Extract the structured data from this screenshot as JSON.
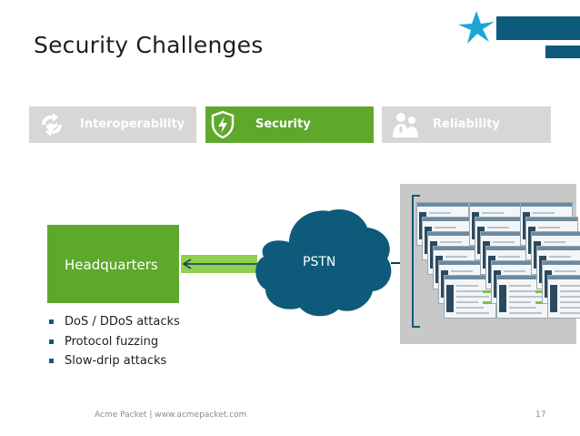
{
  "slide": {
    "title": "Security Challenges",
    "colors": {
      "accent_green": "#5ea82c",
      "light_green": "#8fd14f",
      "brand_blue": "#0e5a7a",
      "tab_inactive": "#d7d7d7"
    },
    "tabs": [
      {
        "label": "Interoperability",
        "icon": "handshake-arrows-icon",
        "active": false
      },
      {
        "label": "Security",
        "icon": "shield-lightning-icon",
        "active": true
      },
      {
        "label": "Reliability",
        "icon": "people-icon",
        "active": false
      }
    ],
    "diagram": {
      "headquarters_label": "Headquarters",
      "network_label": "PSTN"
    },
    "bullets": [
      "DoS / DDoS attacks",
      "Protocol fuzzing",
      "Slow-drip attacks"
    ],
    "footer": {
      "text": "Acme Packet  |  www.acmepacket.com",
      "page_number": "17"
    }
  }
}
